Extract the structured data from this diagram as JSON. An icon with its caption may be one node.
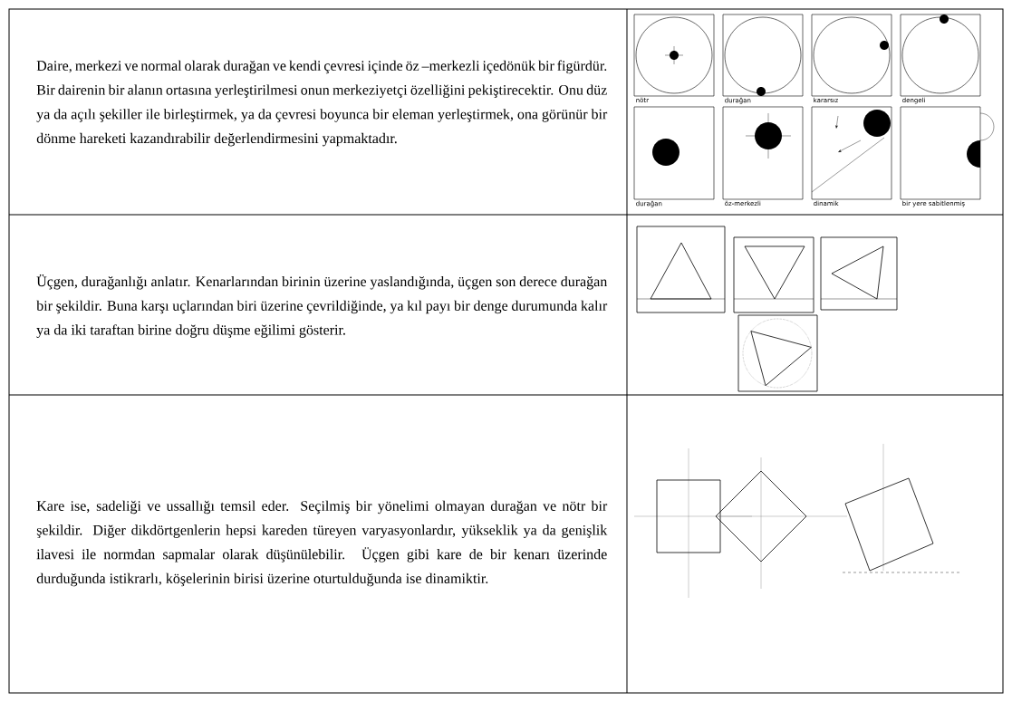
{
  "diagram": {
    "labels": [
      "Daire, merkezi ve normal olarak durağan ve kendi çevresi içinde öz –merkezli içedönük bir figürdür. Bir dairenin bir alanın ortasına yerleştirilmesi onun merkeziyetçi özelliğini pekiştirecektir. Onu düz ya da açılı şekiller ile birleştirmek, ya da çevresi boyunca bir eleman yerleştirmek, ona görünür bir dönme hareketi kazandırabilir değerlendirmesini yapmaktadır.",
      "nötr",
      "durağan",
      "kararsız",
      "dengeli",
      "durağan",
      "öz-merkezli",
      "dinamik",
      "bir yere sabitlenmiş",
      "Üçgen, durağanlığı anlatır. Kenarlarından birinin üzerine yaslandığında, üçgen son derece durağan bir şekildir. Buna karşı uçlarından biri üzerine çevrildiğinde, ya kıl payı bir denge durumunda kalır ya da iki taraftan birine doğru düşme eğilimi gösterir.",
      "Kare ise, sadeliği ve ussallığı temsil eder. Seçilmiş bir yönelimi olmayan durağan ve nötr bir şekildir. Diğer dikdörtgenlerin hepsi kareden türeyen varyasyonlardır, yükseklik ya da genişlik ilavesi ile normdan sapmalar olarak düşünülebilir. Üçgen gibi kare de bir kenarı üzerinde durduğunda istikrarlı, köşelerinin birisi üzerine oturtulduğunda ise dinamiktir."
    ]
  }
}
